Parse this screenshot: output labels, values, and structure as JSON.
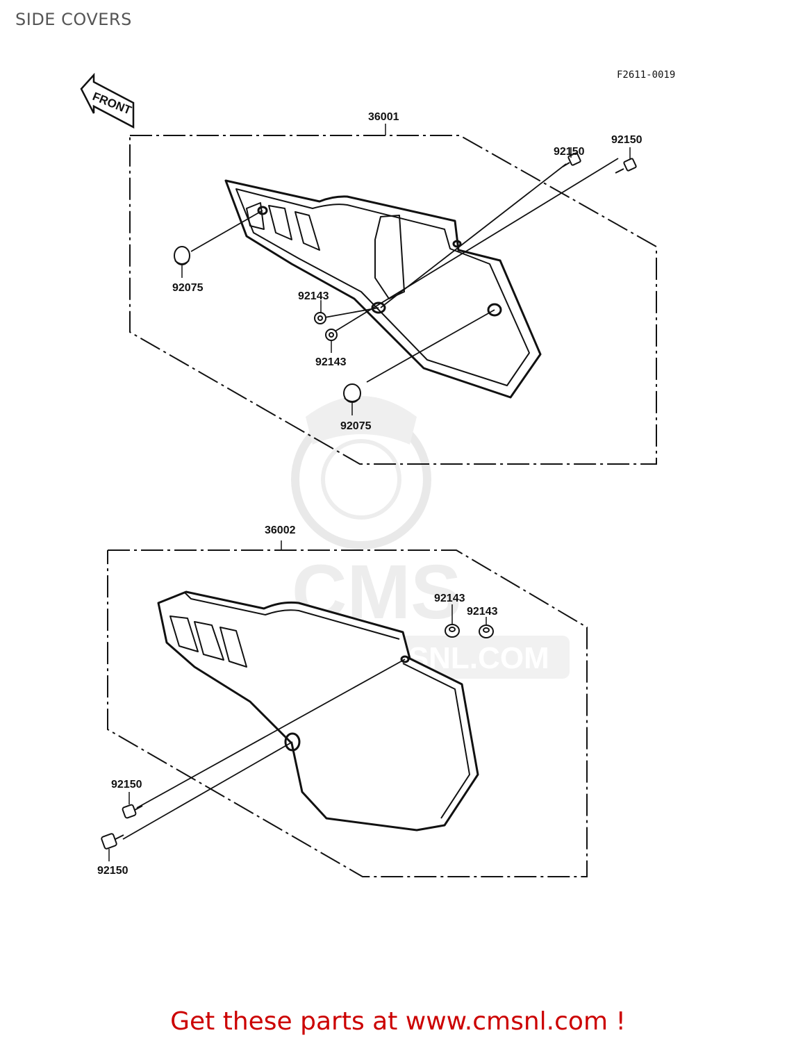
{
  "page": {
    "title": "SIDE COVERS"
  },
  "diagram": {
    "drawing_code": "F2611-0019",
    "front_label": "FRONT",
    "labels": {
      "cover_right": "36001",
      "cover_left": "36002",
      "bolt_a": "92150",
      "bolt_b": "92150",
      "bolt_c": "92150",
      "bolt_d": "92150",
      "damper_a": "92075",
      "damper_b": "92075",
      "grommet_a": "92143",
      "grommet_b": "92143",
      "grommet_c": "92143",
      "grommet_d": "92143"
    }
  },
  "watermark": {
    "logo_text": "CMS",
    "url_text": "WWW.CMSNL.COM"
  },
  "footer": {
    "text": "Get these parts at www.cmsnl.com !"
  }
}
